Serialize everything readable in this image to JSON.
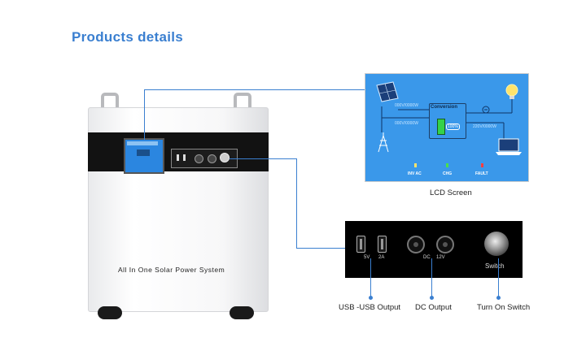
{
  "page": {
    "title": "Products details"
  },
  "product": {
    "label": "All In One Solar Power System"
  },
  "lcd": {
    "caption": "LCD Screen",
    "reading_top": "000V/0000W",
    "reading_mid": "000V/0000W",
    "reading_right": "220V/0000W",
    "conversion": "Conversion",
    "battery_pct": "100%",
    "inv_ac": "INV AC",
    "chg": "CHG",
    "fault": "FAULT"
  },
  "outputs": {
    "usb_rating_a": "5V",
    "usb_rating_b": "2A",
    "dc_rating_a": "DC",
    "dc_rating_b": "12V",
    "switch_label": "Switch",
    "usb_caption": "USB -USB Output",
    "dc_caption": "DC Output",
    "switch_caption": "Turn On Switch"
  },
  "colors": {
    "accent": "#3a7fd0",
    "lcd_bg": "#3a98ea",
    "panel_bg": "#000000"
  },
  "icons": [
    "solar-panel-icon",
    "power-tower-icon",
    "battery-icon",
    "lightbulb-icon",
    "laptop-icon"
  ]
}
